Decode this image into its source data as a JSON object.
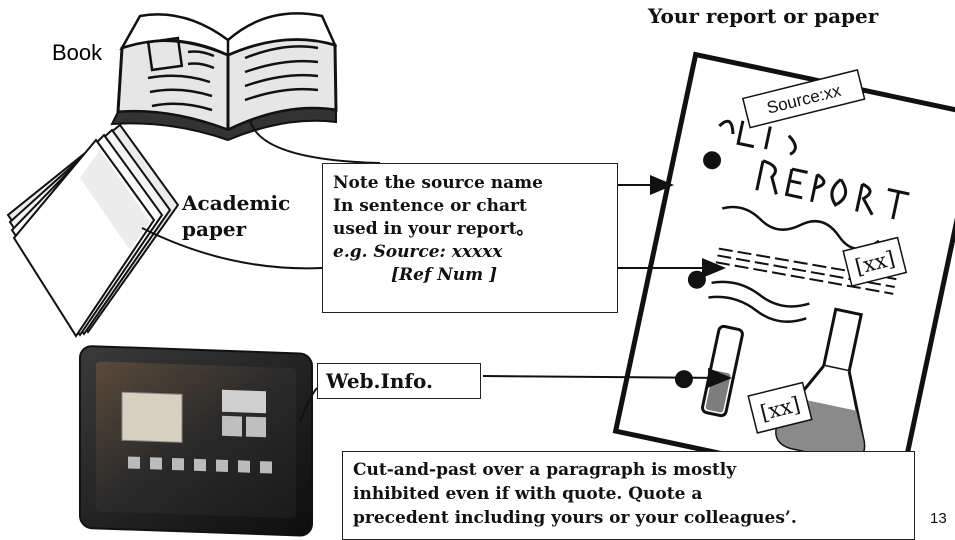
{
  "header": {
    "title": "Your report or paper"
  },
  "sources": {
    "book_label": "Book",
    "academic_line1": "Academic",
    "academic_line2": "paper"
  },
  "note": {
    "line1": "Note the source name",
    "line2": "In sentence or chart",
    "line3": "used in your report。",
    "line4": "e.g. Source: xxxxx",
    "line5": "[Ref Num ]"
  },
  "web": {
    "label": "Web.Info."
  },
  "report": {
    "source_tag": "Source:xx",
    "handwritten_line1": "LAB",
    "handwritten_line2": "REPORT",
    "ref_tag_1": "[xx]",
    "ref_tag_2": "[xx]"
  },
  "warning": {
    "line1": "Cut-and-past over a paragraph is mostly",
    "line2": "inhibited even if  with quote. Quote a",
    "line3": "precedent including yours or your colleagues’."
  },
  "footer": {
    "page_number": "13"
  }
}
